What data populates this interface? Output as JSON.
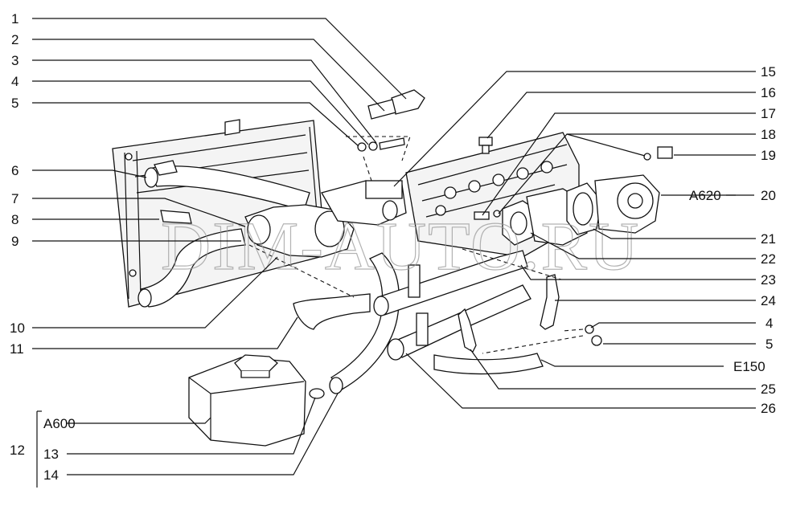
{
  "watermark": "DIM-AUTO.RU",
  "callouts": {
    "l1": "1",
    "l2": "2",
    "l3": "3",
    "l4": "4",
    "l5": "5",
    "l6": "6",
    "l7": "7",
    "l8": "8",
    "l9": "9",
    "l10": "10",
    "l11": "11",
    "l12": "12",
    "l13": "13",
    "l14": "14",
    "lA600": "A600",
    "r15": "15",
    "r16": "16",
    "r17": "17",
    "r18": "18",
    "r19": "19",
    "rA620": "A620",
    "r20": "20",
    "r21": "21",
    "r22": "22",
    "r23": "23",
    "r24": "24",
    "r4": "4",
    "r5": "5",
    "rE150": "E150",
    "r25": "25",
    "r26": "26"
  }
}
